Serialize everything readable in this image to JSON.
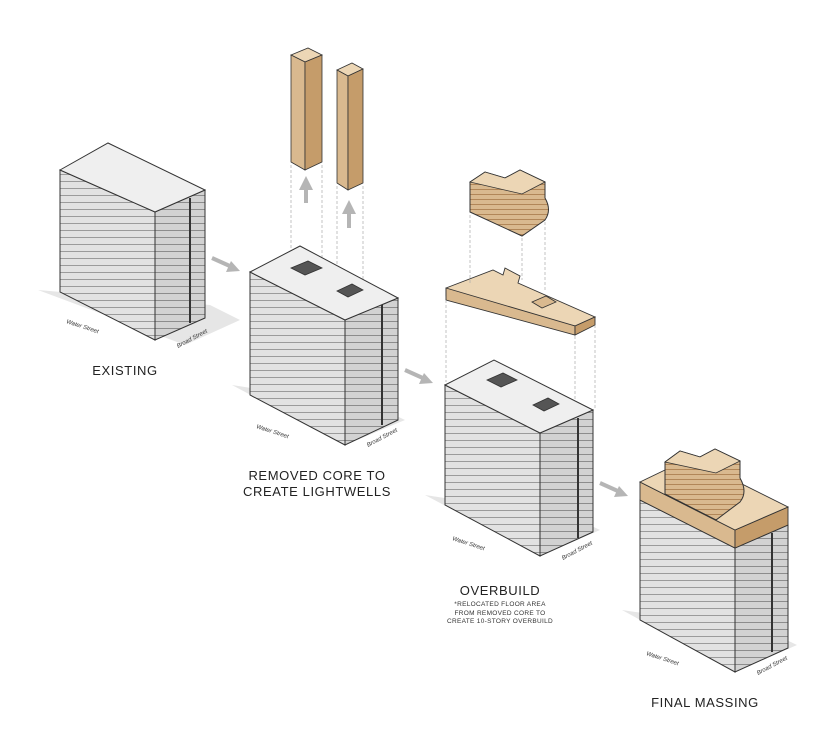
{
  "colors": {
    "accent": "#d9b98f",
    "accent_dark": "#b08050",
    "building_gray": "#d7d7d7",
    "roof": "#ededed",
    "arrow": "#b5b5b5"
  },
  "stages": [
    {
      "caption": "EXISTING",
      "street_a": "Water Street",
      "street_b": "Broad Street"
    },
    {
      "caption_line1": "REMOVED CORE TO",
      "caption_line2": "CREATE LIGHTWELLS",
      "street_a": "Water Street",
      "street_b": "Broad Street"
    },
    {
      "caption": "OVERBUILD",
      "note_line1": "*RELOCATED FLOOR AREA",
      "note_line2": "FROM REMOVED CORE TO",
      "note_line3": "CREATE 10-STORY OVERBUILD",
      "street_a": "Water Street",
      "street_b": "Broad Street"
    },
    {
      "caption": "FINAL MASSING",
      "street_a": "Water Street",
      "street_b": "Broad Street"
    }
  ]
}
